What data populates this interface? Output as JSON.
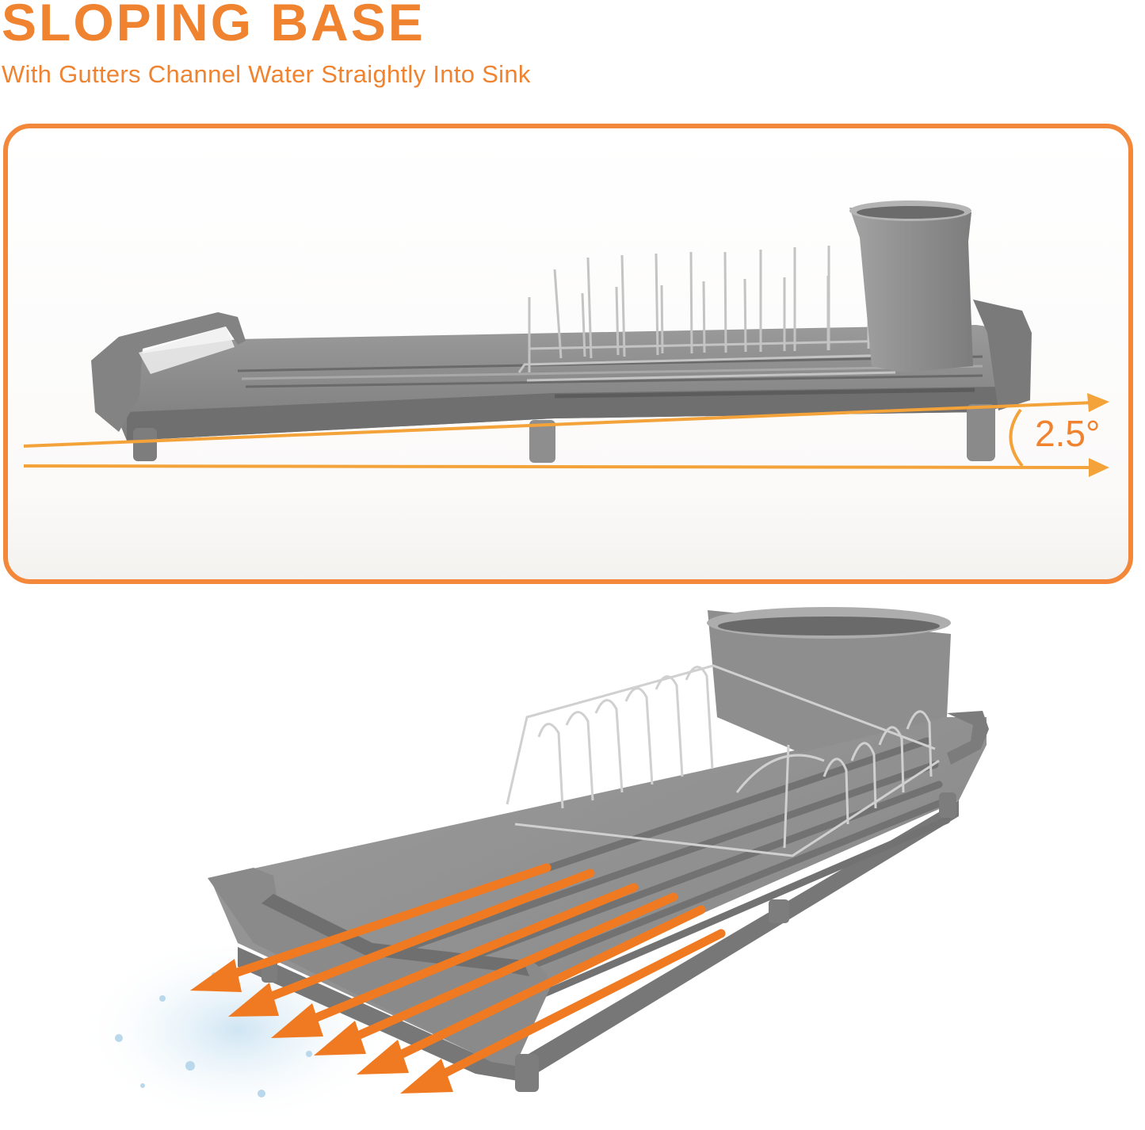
{
  "header": {
    "title": "SLOPING BASE",
    "subtitle": "With Gutters Channel Water Straightly Into Sink"
  },
  "side_view": {
    "angle_label": "2.5°"
  },
  "colors": {
    "accent": "#f08330",
    "tray_gray": "#8c8c8c",
    "tray_dark": "#6f6f6f",
    "rack_steel": "#c9c9c9"
  },
  "icons": {
    "flow_arrow": "arrow-icon",
    "water_splash": "water-splash-icon"
  }
}
